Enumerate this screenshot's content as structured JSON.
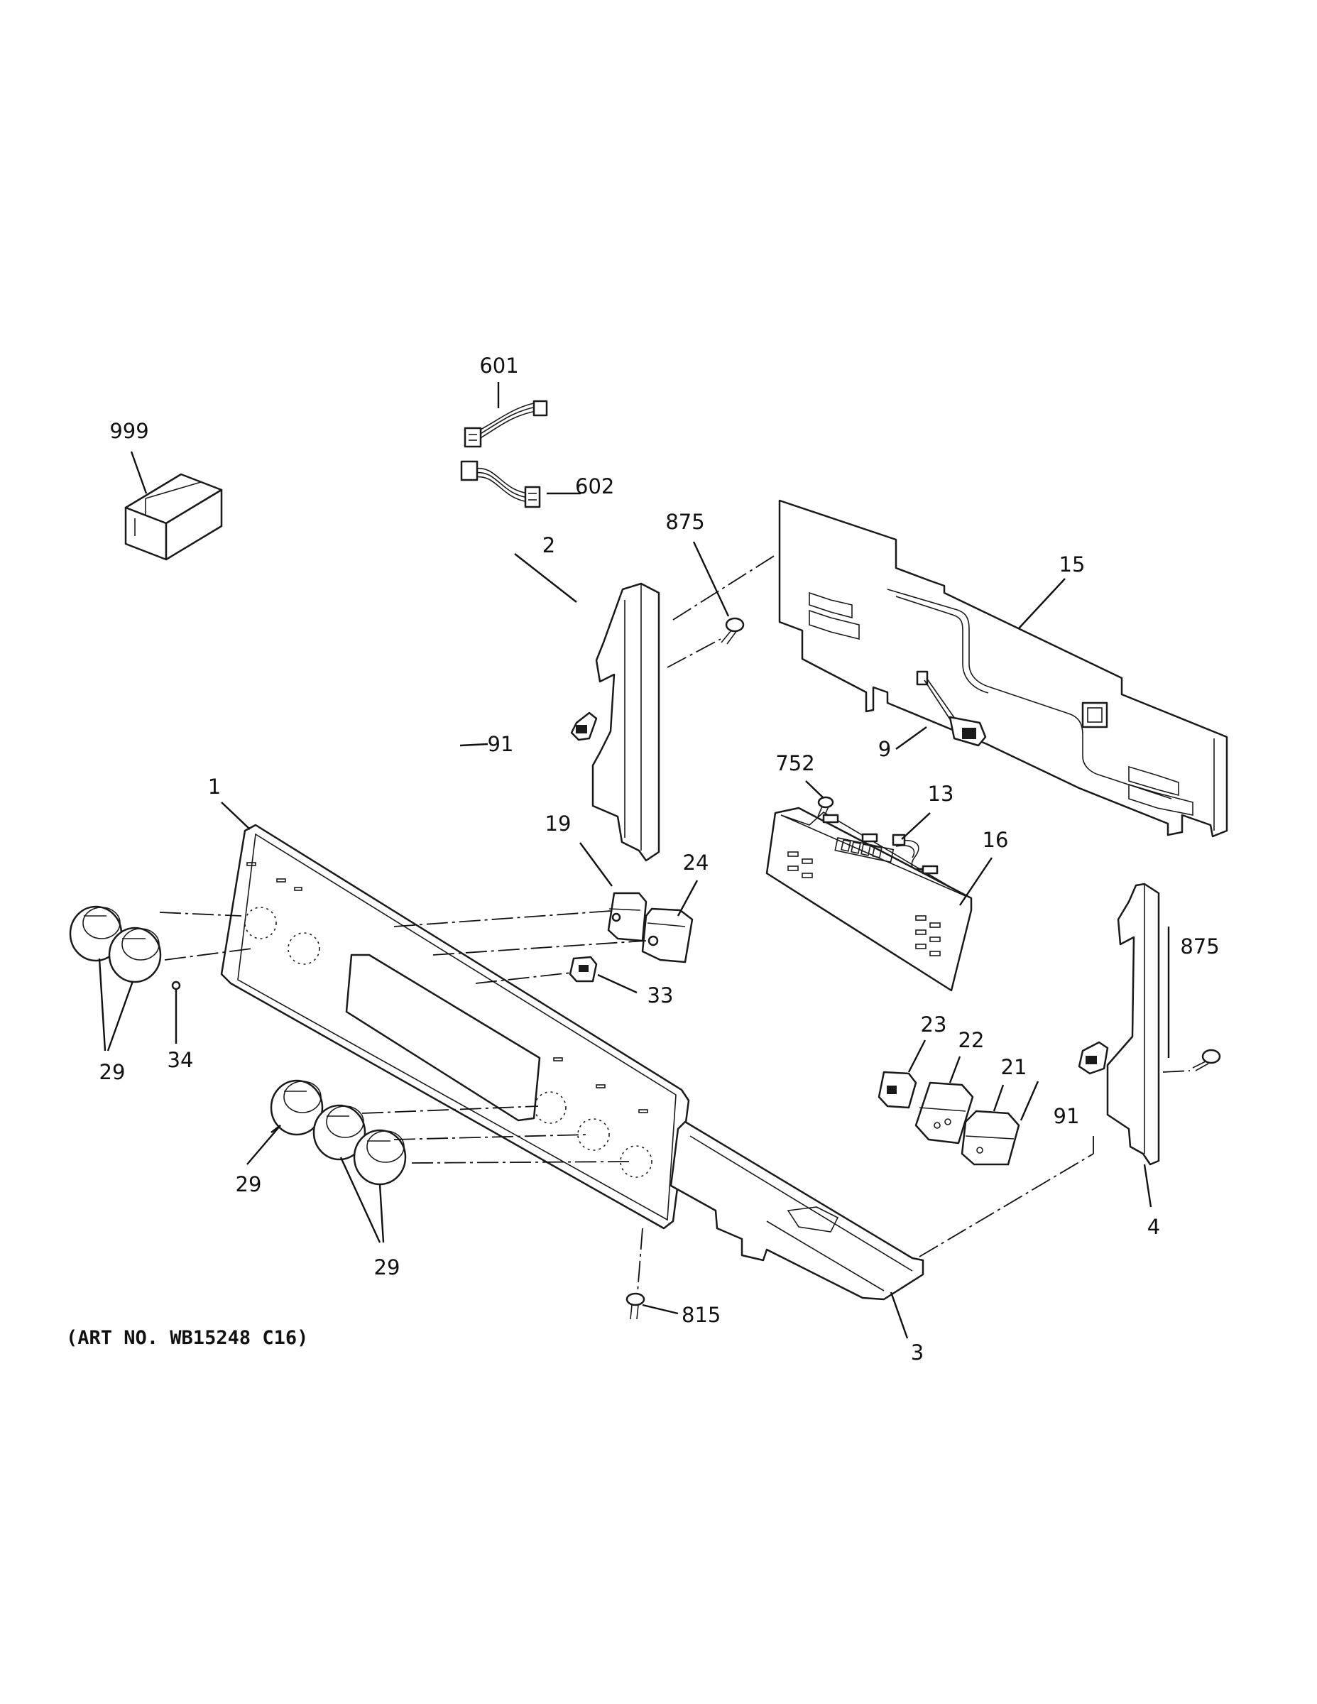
{
  "callouts": [
    {
      "id": "c-601",
      "label": "601"
    },
    {
      "id": "c-999",
      "label": "999"
    },
    {
      "id": "c-602",
      "label": "602"
    },
    {
      "id": "c-875a",
      "label": "875"
    },
    {
      "id": "c-2",
      "label": "2"
    },
    {
      "id": "c-15",
      "label": "15"
    },
    {
      "id": "c-91a",
      "label": "91"
    },
    {
      "id": "c-752",
      "label": "752"
    },
    {
      "id": "c-9",
      "label": "9"
    },
    {
      "id": "c-13",
      "label": "13"
    },
    {
      "id": "c-1",
      "label": "1"
    },
    {
      "id": "c-16",
      "label": "16"
    },
    {
      "id": "c-19",
      "label": "19"
    },
    {
      "id": "c-24",
      "label": "24"
    },
    {
      "id": "c-875b",
      "label": "875"
    },
    {
      "id": "c-33",
      "label": "33"
    },
    {
      "id": "c-29a",
      "label": "29"
    },
    {
      "id": "c-34",
      "label": "34"
    },
    {
      "id": "c-23",
      "label": "23"
    },
    {
      "id": "c-22",
      "label": "22"
    },
    {
      "id": "c-21",
      "label": "21"
    },
    {
      "id": "c-91b",
      "label": "91"
    },
    {
      "id": "c-29b",
      "label": "29"
    },
    {
      "id": "c-4",
      "label": "4"
    },
    {
      "id": "c-29c",
      "label": "29"
    },
    {
      "id": "c-815",
      "label": "815"
    },
    {
      "id": "c-3",
      "label": "3"
    }
  ],
  "art_number": "(ART NO. WB15248 C16)"
}
